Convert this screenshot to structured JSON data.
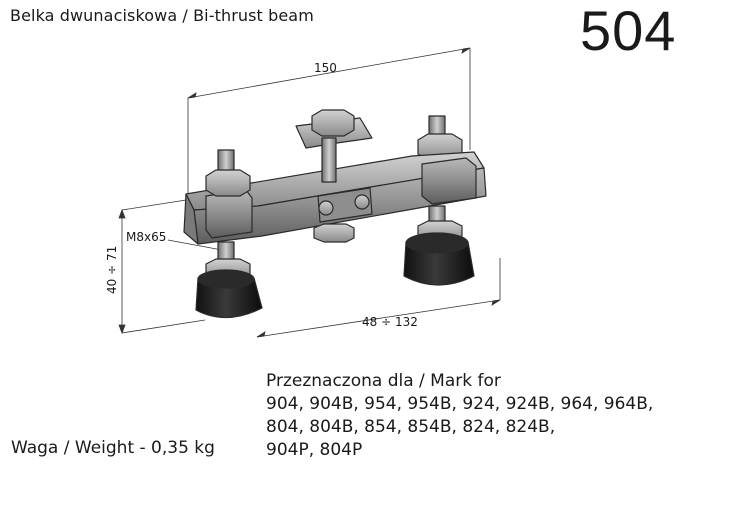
{
  "title": "Belka dwunaciskowa / Bi-thrust beam",
  "product_code": "504",
  "dimensions": {
    "length": "150",
    "height": "40 ÷ 71",
    "bolt": "M8x65",
    "spacing": "48 ÷ 132"
  },
  "compatibility": {
    "heading": "Przeznaczona dla / Mark for",
    "lines": [
      "904, 904B, 954, 954B, 924, 924B, 964, 964B,",
      "804, 804B, 854, 854B, 824, 824B,",
      "904P, 804P"
    ]
  },
  "weight": "Waga / Weight - 0,35 kg"
}
